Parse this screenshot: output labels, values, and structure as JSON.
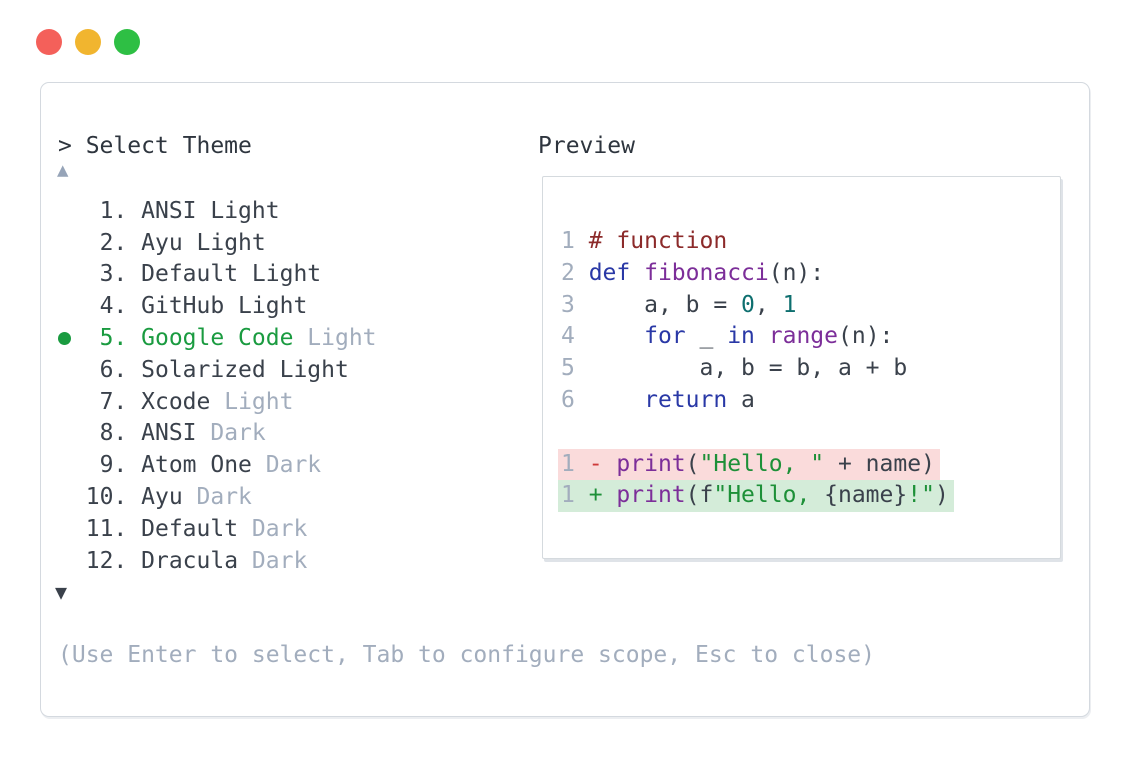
{
  "window": {
    "controls": [
      {
        "name": "close",
        "color": "#f4605a"
      },
      {
        "name": "minimize",
        "color": "#f1b52f"
      },
      {
        "name": "zoom",
        "color": "#2ebf44"
      }
    ]
  },
  "theme_picker": {
    "prompt": "> Select Theme",
    "scroll_up_indicator": "▲",
    "scroll_down_indicator": "▼",
    "selected_number": "5.",
    "items": [
      {
        "num": "1.",
        "name": "ANSI Light",
        "suffix": "",
        "selected": false
      },
      {
        "num": "2.",
        "name": "Ayu Light",
        "suffix": "",
        "selected": false
      },
      {
        "num": "3.",
        "name": "Default Light",
        "suffix": "",
        "selected": false
      },
      {
        "num": "4.",
        "name": "GitHub Light",
        "suffix": "",
        "selected": false
      },
      {
        "num": "5.",
        "name": "Google Code",
        "suffix": "Light",
        "selected": true
      },
      {
        "num": "6.",
        "name": "Solarized Light",
        "suffix": "",
        "selected": false
      },
      {
        "num": "7.",
        "name": "Xcode",
        "suffix": "Light",
        "selected": false
      },
      {
        "num": "8.",
        "name": "ANSI",
        "suffix": "Dark",
        "selected": false
      },
      {
        "num": "9.",
        "name": "Atom One",
        "suffix": "Dark",
        "selected": false
      },
      {
        "num": "10.",
        "name": "Ayu",
        "suffix": "Dark",
        "selected": false
      },
      {
        "num": "11.",
        "name": "Default",
        "suffix": "Dark",
        "selected": false
      },
      {
        "num": "12.",
        "name": "Dracula",
        "suffix": "Dark",
        "selected": false
      }
    ],
    "help_text": "(Use Enter to select, Tab to configure scope, Esc to close)"
  },
  "preview": {
    "label": "Preview",
    "code_lines": [
      {
        "num": "1 ",
        "diff": "",
        "tokens": [
          {
            "t": "# function",
            "c": "comment"
          }
        ]
      },
      {
        "num": "2 ",
        "diff": "",
        "tokens": [
          {
            "t": "def",
            "c": "kw"
          },
          {
            "t": " ",
            "c": "p"
          },
          {
            "t": "fibonacci",
            "c": "fn"
          },
          {
            "t": "(n):",
            "c": "p"
          }
        ]
      },
      {
        "num": "3 ",
        "diff": "",
        "tokens": [
          {
            "t": "    a, b = ",
            "c": "p"
          },
          {
            "t": "0",
            "c": "num"
          },
          {
            "t": ", ",
            "c": "p"
          },
          {
            "t": "1",
            "c": "num"
          }
        ]
      },
      {
        "num": "4 ",
        "diff": "",
        "tokens": [
          {
            "t": "    ",
            "c": "p"
          },
          {
            "t": "for",
            "c": "kw"
          },
          {
            "t": " _ ",
            "c": "p"
          },
          {
            "t": "in",
            "c": "kw"
          },
          {
            "t": " ",
            "c": "p"
          },
          {
            "t": "range",
            "c": "fn"
          },
          {
            "t": "(n):",
            "c": "p"
          }
        ]
      },
      {
        "num": "5 ",
        "diff": "",
        "tokens": [
          {
            "t": "        a, b = b, a + b",
            "c": "p"
          }
        ]
      },
      {
        "num": "6 ",
        "diff": "",
        "tokens": [
          {
            "t": "    ",
            "c": "p"
          },
          {
            "t": "return",
            "c": "kw"
          },
          {
            "t": " a",
            "c": "p"
          }
        ]
      },
      {
        "num": "",
        "diff": "",
        "tokens": []
      },
      {
        "num": "1 ",
        "diff": "removed",
        "tokens": [
          {
            "t": "- ",
            "c": "minus"
          },
          {
            "t": "print",
            "c": "fn"
          },
          {
            "t": "(",
            "c": "p"
          },
          {
            "t": "\"Hello, \"",
            "c": "str"
          },
          {
            "t": " + name)",
            "c": "p"
          }
        ]
      },
      {
        "num": "1 ",
        "diff": "added",
        "tokens": [
          {
            "t": "+ ",
            "c": "plus"
          },
          {
            "t": "print",
            "c": "fn"
          },
          {
            "t": "(f",
            "c": "p"
          },
          {
            "t": "\"Hello, ",
            "c": "str"
          },
          {
            "t": "{name}",
            "c": "p"
          },
          {
            "t": "!\"",
            "c": "str"
          },
          {
            "t": ")",
            "c": "p"
          }
        ]
      }
    ]
  },
  "colors": {
    "selected_green": "#1a9b40",
    "muted_text": "#a2adbd",
    "dark_text": "#3a414b",
    "panel_border": "#d4d9df",
    "syntax_comment": "#8c2a2a",
    "syntax_keyword": "#2938a6",
    "syntax_function": "#7c2e99",
    "syntax_number": "#0e6f6f",
    "syntax_string": "#1d9038",
    "diff_removed_bg": "#fadbdb",
    "diff_added_bg": "#d4ecd9",
    "traffic_red": "#f4605a",
    "traffic_yellow": "#f1b52f",
    "traffic_green": "#2ebf44"
  }
}
